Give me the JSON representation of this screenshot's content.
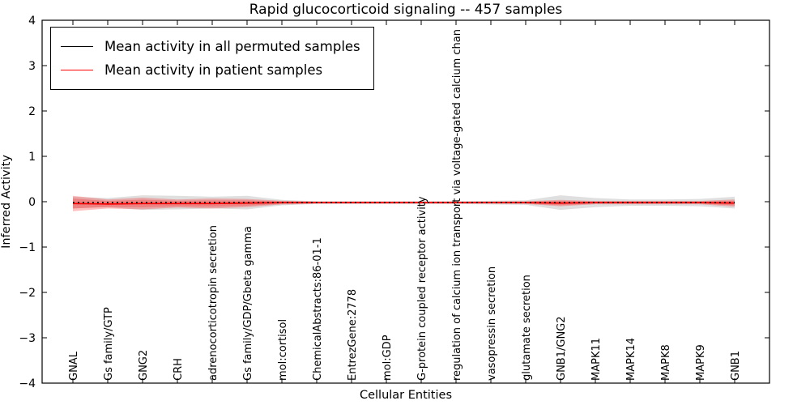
{
  "chart_data": {
    "type": "line",
    "title": "Rapid glucocorticoid signaling -- 457 samples",
    "xlabel": "Cellular Entities",
    "ylabel": "Inferred Activity",
    "ylim": [
      -4,
      4
    ],
    "grid": false,
    "legend_position": "upper left",
    "yticks": [
      {
        "value": 4,
        "label": "4"
      },
      {
        "value": 3,
        "label": "3"
      },
      {
        "value": 2,
        "label": "2"
      },
      {
        "value": 1,
        "label": "1"
      },
      {
        "value": 0,
        "label": "0"
      },
      {
        "value": -1,
        "label": "−1"
      },
      {
        "value": -2,
        "label": "−2"
      },
      {
        "value": -3,
        "label": "−3"
      },
      {
        "value": -4,
        "label": "−4"
      }
    ],
    "categories": [
      "GNAL",
      "Gs family/GTP",
      "GNG2",
      "CRH",
      "adrenocorticotropin secretion",
      "Gs family/GDP/Gbeta gamma",
      "mol:cortisol",
      "ChemicalAbstracts:86-01-1",
      "EntrezGene:2778",
      "mol:GDP",
      "G-protein coupled receptor activity",
      "regulation of calcium ion transport via voltage-gated calcium chan",
      "vasopressin secretion",
      "glutamate secretion",
      "GNB1/GNG2",
      "MAPK11",
      "MAPK14",
      "MAPK8",
      "MAPK9",
      "GNB1"
    ],
    "series": [
      {
        "name": "Mean activity in all permuted samples",
        "color": "#000000",
        "style": "dotted",
        "mean": [
          -0.02,
          -0.02,
          -0.02,
          -0.02,
          -0.02,
          -0.02,
          -0.02,
          -0.02,
          -0.02,
          -0.02,
          -0.02,
          -0.02,
          -0.02,
          -0.02,
          -0.02,
          -0.02,
          -0.02,
          -0.02,
          -0.02,
          -0.02
        ],
        "halfwidth": [
          0.13,
          0.1,
          0.16,
          0.15,
          0.13,
          0.15,
          0.06,
          0.03,
          0.03,
          0.03,
          0.03,
          0.03,
          0.04,
          0.05,
          0.16,
          0.1,
          0.07,
          0.07,
          0.08,
          0.13
        ]
      },
      {
        "name": "Mean activity in patient samples",
        "color": "#ff0000",
        "style": "solid",
        "mean": [
          -0.04,
          -0.05,
          -0.04,
          -0.04,
          -0.04,
          -0.03,
          -0.02,
          -0.02,
          -0.02,
          -0.02,
          -0.02,
          -0.02,
          -0.02,
          -0.02,
          -0.03,
          -0.02,
          -0.02,
          -0.02,
          -0.02,
          -0.03
        ],
        "halfwidth_outer": [
          0.17,
          0.1,
          0.13,
          0.09,
          0.11,
          0.09,
          0.04,
          0.025,
          0.025,
          0.025,
          0.025,
          0.025,
          0.025,
          0.03,
          0.07,
          0.035,
          0.035,
          0.035,
          0.035,
          0.08
        ],
        "halfwidth_inner": [
          0.11,
          0.065,
          0.085,
          0.06,
          0.07,
          0.06,
          0.025,
          0.016,
          0.016,
          0.016,
          0.016,
          0.016,
          0.016,
          0.02,
          0.045,
          0.022,
          0.022,
          0.022,
          0.022,
          0.05
        ]
      }
    ],
    "colors": {
      "permuted_band": "#dcdcdc",
      "patient_line": "#ff0000",
      "permuted_line": "#000000",
      "frame": "#000000"
    }
  }
}
